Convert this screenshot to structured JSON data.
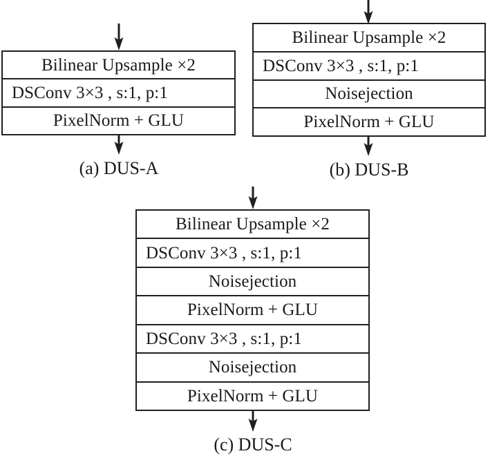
{
  "figure": {
    "type": "diagram",
    "description": "Three network sub-block architecture diagrams (DUS-A, DUS-B, DUS-C)",
    "background_color": "#ffffff",
    "stroke_color": "#1f1f1f",
    "text_color": "#1a1a1a"
  },
  "labels": {
    "bilinear_upsample": "Bilinear Upsample ×2",
    "dsconv": "DSConv 3×3 , s:1, p:1",
    "noisejection": "Noisejection",
    "pixelnorm_glu": "PixelNorm + GLU"
  },
  "panels": [
    {
      "id": "a",
      "caption": "(a) DUS-A",
      "input_arrow": "down-arrow-icon",
      "output_arrow": "down-arrow-icon",
      "rows": [
        {
          "text": "Bilinear Upsample ×2",
          "align": "center"
        },
        {
          "text": "DSConv 3×3 , s:1, p:1",
          "align": "left"
        },
        {
          "text": "PixelNorm + GLU",
          "align": "center"
        }
      ]
    },
    {
      "id": "b",
      "caption": "(b) DUS-B",
      "input_arrow": "down-arrow-icon",
      "output_arrow": "down-arrow-icon",
      "rows": [
        {
          "text": "Bilinear Upsample ×2",
          "align": "center"
        },
        {
          "text": "DSConv 3×3 , s:1, p:1",
          "align": "left"
        },
        {
          "text": "Noisejection",
          "align": "center"
        },
        {
          "text": "PixelNorm + GLU",
          "align": "center"
        }
      ]
    },
    {
      "id": "c",
      "caption": "(c) DUS-C",
      "input_arrow": "down-arrow-icon",
      "output_arrow": "down-arrow-icon",
      "rows": [
        {
          "text": "Bilinear Upsample ×2",
          "align": "center"
        },
        {
          "text": "DSConv 3×3 , s:1, p:1",
          "align": "left"
        },
        {
          "text": "Noisejection",
          "align": "center"
        },
        {
          "text": "PixelNorm + GLU",
          "align": "center"
        },
        {
          "text": "DSConv 3×3 , s:1, p:1",
          "align": "left"
        },
        {
          "text": "Noisejection",
          "align": "center"
        },
        {
          "text": "PixelNorm + GLU",
          "align": "center"
        }
      ]
    }
  ]
}
